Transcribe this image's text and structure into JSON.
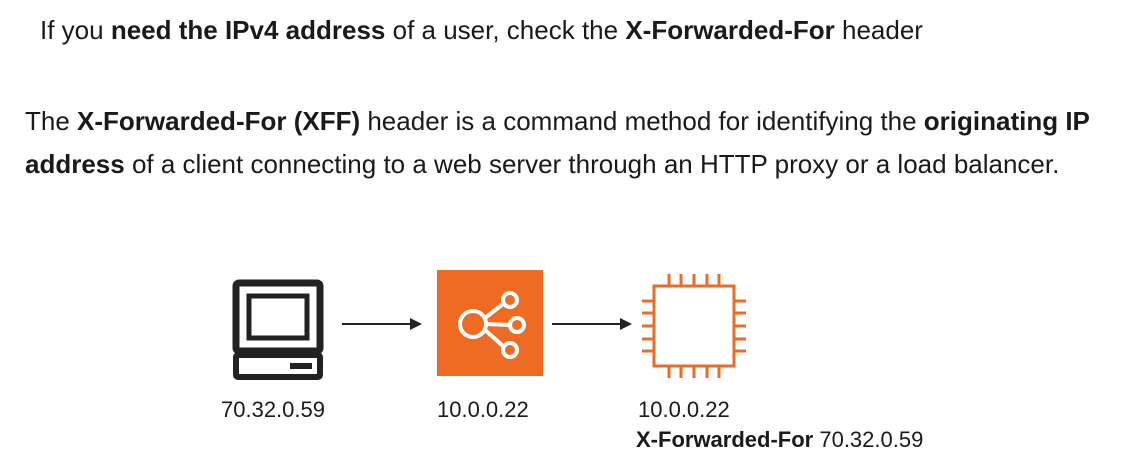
{
  "headline": {
    "prefix": "If you ",
    "bold1": "need the IPv4 address",
    "middle": " of a user, check the ",
    "bold2": "X-Forwarded-For",
    "suffix": " header"
  },
  "paragraph": {
    "prefix": "The ",
    "bold1": "X-Forwarded-For (XFF)",
    "middle1": " header is a command method for identifying the ",
    "bold2": "originating IP address",
    "rest": " of a client connecting to a web server through an HTTP proxy or a load balancer."
  },
  "diagram": {
    "client": {
      "icon": "computer-icon",
      "ip": "70.32.0.59"
    },
    "load_balancer": {
      "icon": "load-balancer-icon",
      "ip": "10.0.0.22",
      "color": "#ee6b24"
    },
    "server": {
      "icon": "ec2-chip-icon",
      "ip": "10.0.0.22",
      "header_label": "X-Forwarded-For",
      "header_value": " 70.32.0.59",
      "color": "#ee6b24"
    }
  }
}
